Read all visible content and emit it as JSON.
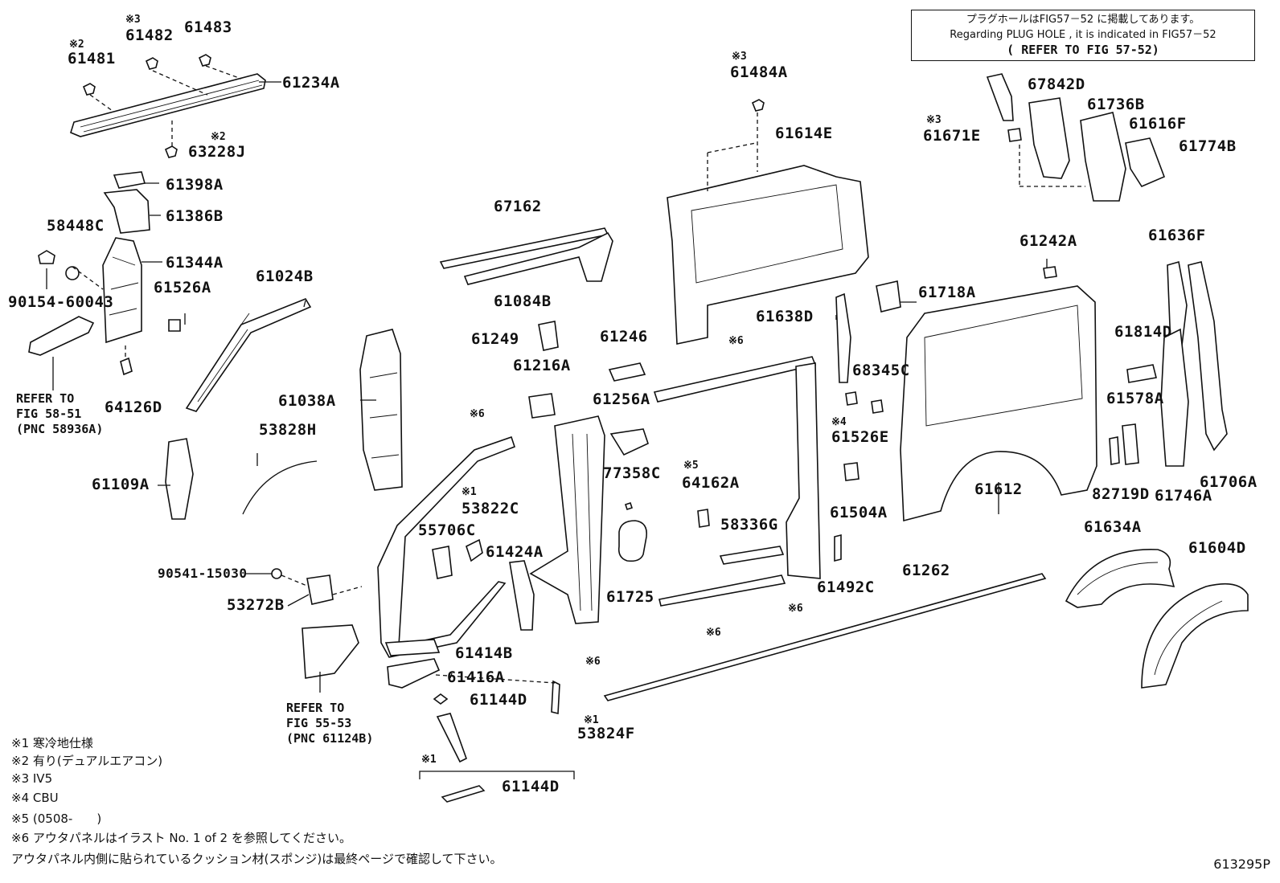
{
  "notice": {
    "jp": "プラグホールはFIG57－52 に掲載してあります。",
    "en": "Regarding PLUG HOLE , it is indicated in FIG57－52",
    "ref": "( REFER TO FIG 57-52)"
  },
  "figure_id": "613295P",
  "refer_58": "REFER TO\nFIG 58-51\n(PNC 58936A)",
  "refer_55": "REFER TO\nFIG 55-53\n(PNC 61124B)",
  "part_labels": [
    "61481",
    "61482",
    "61483",
    "61234A",
    "63228J",
    "61398A",
    "61386B",
    "58448C",
    "61344A",
    "61526A",
    "90154-60043",
    "61024B",
    "64126D",
    "61038A",
    "53828H",
    "61109A",
    "67162",
    "61084B",
    "61249",
    "61246",
    "61216A",
    "61256A",
    "77358C",
    "64162A",
    "53822C",
    "55706C",
    "61424A",
    "61725",
    "58336G",
    "61614E",
    "61484A",
    "61638D",
    "68345C",
    "61526E",
    "61504A",
    "61492C",
    "61262",
    "61242A",
    "61718A",
    "61612",
    "67842D",
    "61736B",
    "61616F",
    "61671E",
    "61774B",
    "61636F",
    "61814D",
    "61578A",
    "82719D",
    "61746A",
    "61706A",
    "61634A",
    "61604D",
    "90541-15030",
    "53272B",
    "61414B",
    "61416A",
    "61144D",
    "53824F",
    "61144D"
  ],
  "note_marks": [
    "※2",
    "※3",
    "※2",
    "※3",
    "※6",
    "※1",
    "※6",
    "※5",
    "※6",
    "※6",
    "※4",
    "※6",
    "※3",
    "※1",
    "※1"
  ],
  "footnotes": [
    "※1 寒冷地仕様",
    "※2 有り(デュアルエアコン)",
    "※3 IV5",
    "※4 CBU",
    "※5 (0508-　　)",
    "※6 アウタパネルはイラスト No. 1 of 2 を参照してください。",
    "アウタパネル内側に貼られているクッション材(スポンジ)は最終ページで確認して下さい。"
  ]
}
